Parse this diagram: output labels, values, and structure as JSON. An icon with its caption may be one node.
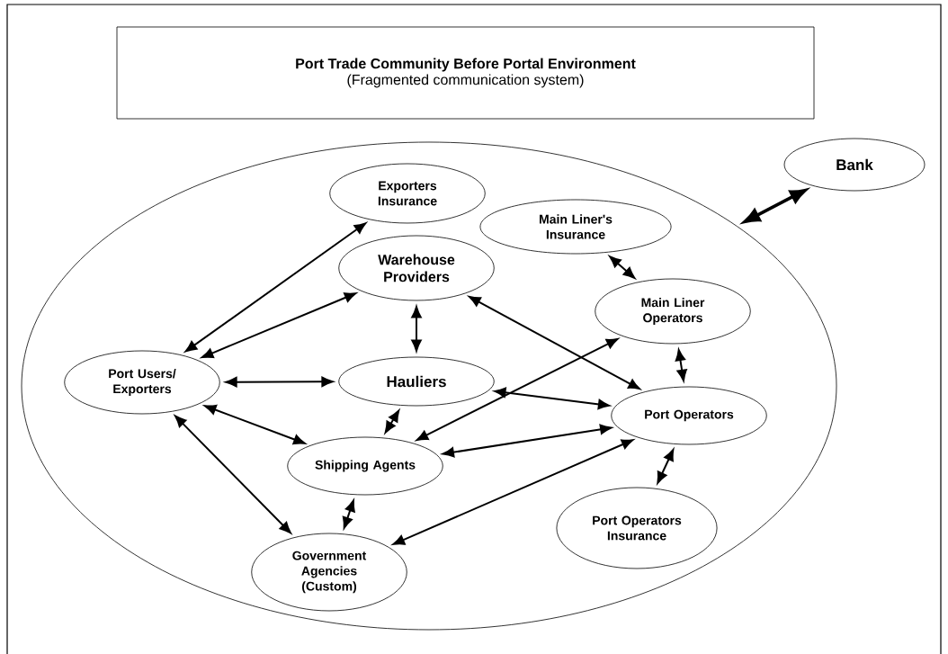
{
  "diagram": {
    "nodes": [
      {
        "text": [
          "Port Trade Community Before Portal Environment",
          "(Fragmented communication system)"
        ]
      },
      {
        "text": [],
        "shape": "ellipse"
      },
      {
        "text": [
          "Bank"
        ]
      },
      {
        "text": [
          "Exporters Insurance"
        ],
        "in": 1
      },
      {
        "text": [
          "Main Liner's Insurance"
        ],
        "in": 1
      },
      {
        "text": [
          "Warehouse Providers"
        ],
        "in": 1
      },
      {
        "text": [
          "Main Liner Operators"
        ],
        "in": 1
      },
      {
        "text": [
          "Port Users/ Exporters"
        ],
        "in": 1
      },
      {
        "text": [
          "Hauliers"
        ],
        "in": 1
      },
      {
        "text": [
          "Port Operators"
        ],
        "in": 1
      },
      {
        "text": [
          "Shipping Agents"
        ],
        "in": 1
      },
      {
        "text": [
          "Port Operators Insurance"
        ],
        "in": 1
      },
      {
        "text": [
          "Government Agencies (Custom)"
        ],
        "in": 1
      }
    ],
    "edges": [
      {
        "from": 1,
        "to": 2,
        "arrow": "both",
        "style": "thick"
      },
      {
        "from": 7,
        "to": 3,
        "arrow": "both"
      },
      {
        "from": 7,
        "to": 5,
        "arrow": "both"
      },
      {
        "from": 5,
        "to": 8,
        "arrow": "both"
      },
      {
        "from": 5,
        "to": 9,
        "arrow": "both"
      },
      {
        "from": 4,
        "to": 6,
        "arrow": "both"
      },
      {
        "from": 6,
        "to": 9,
        "arrow": "both"
      },
      {
        "from": 7,
        "to": 8,
        "arrow": "both"
      },
      {
        "from": 8,
        "to": 9,
        "arrow": "both"
      },
      {
        "from": 8,
        "to": 10,
        "arrow": "both"
      },
      {
        "from": 7,
        "to": 10,
        "arrow": "both"
      },
      {
        "from": 10,
        "to": 6,
        "arrow": "both"
      },
      {
        "from": 10,
        "to": 9,
        "arrow": "both"
      },
      {
        "from": 7,
        "to": 12,
        "arrow": "both"
      },
      {
        "from": 10,
        "to": 12,
        "arrow": "both"
      },
      {
        "from": 12,
        "to": 9,
        "arrow": "both"
      },
      {
        "from": 9,
        "to": 11,
        "arrow": "both"
      }
    ]
  }
}
